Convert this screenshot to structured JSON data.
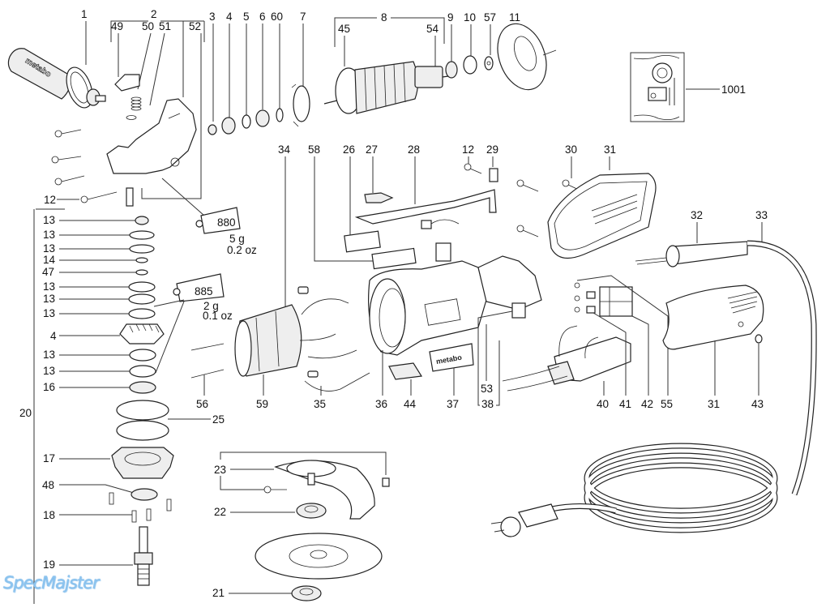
{
  "diagram": {
    "title": "Angle grinder exploded parts view",
    "brand_logo_text": "metabo",
    "labels": {
      "p1": "1",
      "p2": "2",
      "p3": "3",
      "p4": "4",
      "p5": "5",
      "p6": "6",
      "p60": "60",
      "p7": "7",
      "p8": "8",
      "p9": "9",
      "p10": "10",
      "p57": "57",
      "p11": "11",
      "p49": "49",
      "p50": "50",
      "p51": "51",
      "p52": "52",
      "p45": "45",
      "p54": "54",
      "p1001": "1001",
      "p12a": "12",
      "p12b": "12",
      "p13a": "13",
      "p13b": "13",
      "p13c": "13",
      "p14": "14",
      "p47": "47",
      "p13d": "13",
      "p13e": "13",
      "p13f": "13",
      "p4b": "4",
      "p13g": "13",
      "p13h": "13",
      "p16": "16",
      "p20": "20",
      "p25": "25",
      "p17": "17",
      "p48": "48",
      "p18": "18",
      "p19": "19",
      "p34": "34",
      "p58": "58",
      "p26": "26",
      "p27": "27",
      "p28": "28",
      "p29": "29",
      "p30": "30",
      "p31a": "31",
      "p32": "32",
      "p33": "33",
      "p56": "56",
      "p59": "59",
      "p35": "35",
      "p36": "36",
      "p44": "44",
      "p37": "37",
      "p53": "53",
      "p38": "38",
      "p40": "40",
      "p41": "41",
      "p42": "42",
      "p55": "55",
      "p31b": "31",
      "p43": "43",
      "p23": "23",
      "p22": "22",
      "p21": "21"
    },
    "grease_tubes": [
      {
        "number": "880",
        "weight": "5 g",
        "weight_oz": "0.2 oz"
      },
      {
        "number": "885",
        "weight": "2 g",
        "weight_oz": "0.1 oz"
      }
    ],
    "watermark": "SpecMajster"
  }
}
